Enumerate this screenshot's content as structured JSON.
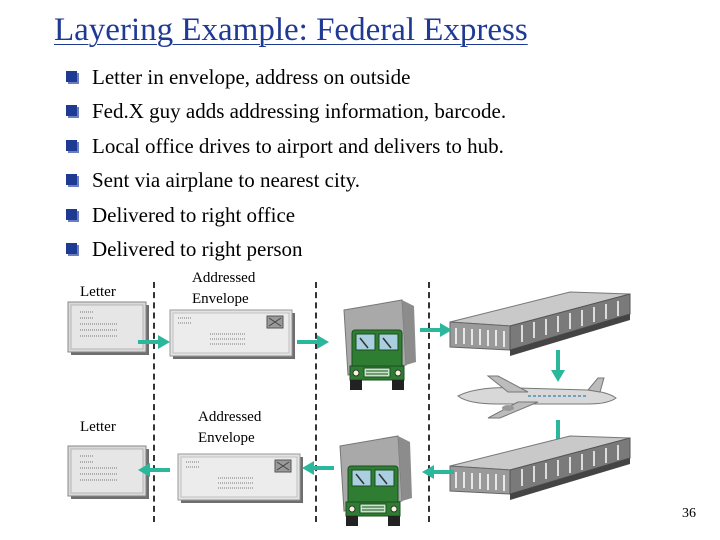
{
  "title": "Layering Example: Federal Express",
  "bullets": [
    "Letter in envelope, address on outside",
    "Fed.X guy adds addressing information, barcode.",
    "Local office drives to airport and delivers to hub.",
    "Sent via airplane to nearest city.",
    "Delivered to right office",
    "Delivered to right person"
  ],
  "diagram": {
    "top_letter_label": "Letter",
    "top_envelope_label": [
      "Addressed",
      "Envelope"
    ],
    "bottom_letter_label": "Letter",
    "bottom_envelope_label": [
      "Addressed",
      "Envelope"
    ]
  },
  "colors": {
    "title": "#1f3a93",
    "bullet": "#1f3a93",
    "arrow": "#2bb79b",
    "truck": "#2e7d32",
    "building": "#8a8a8a"
  },
  "icons": [
    "letter-icon",
    "envelope-icon",
    "truck-icon",
    "airport-building-icon",
    "airplane-icon",
    "arrow-icon"
  ],
  "page_number": "36"
}
